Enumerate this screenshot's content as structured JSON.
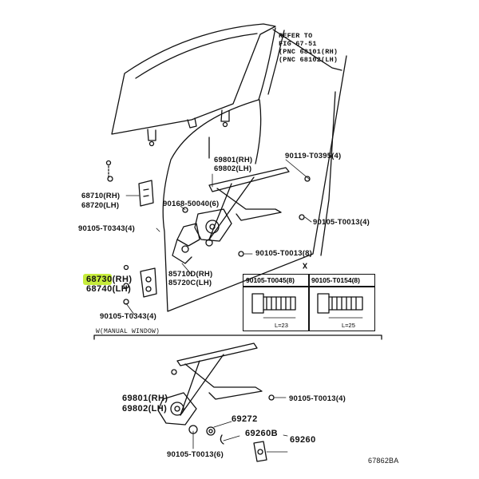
{
  "diagram": {
    "drawing_id": "67862BA",
    "refer_note": [
      "REFER TO",
      "FIG 67-51",
      "(PNC 68101(RH)",
      "(PNC 68102(LH)"
    ],
    "section_title": "W(MANUAL WINDOW)",
    "highlight_color": "#c6ec3c",
    "upper_labels": {
      "l90119": "90119-T0395(4)",
      "l69801a": "69801(RH)",
      "l69802a": "69802(LH)",
      "l68710": "68710(RH)",
      "l68720": "68720(LH)",
      "l90168": "90168-50040(6)",
      "l90105_0013a": "90105-T0013(4)",
      "l90105_0343a": "90105-T0343(4)",
      "l90105_0013b": "90105-T0013(8)",
      "l68730": "68730(RH)",
      "l68740": "68740(LH)",
      "l85710": "85710D(RH)",
      "l85720": "85720C(LH)",
      "l90105_0343b": "90105-T0343(4)"
    },
    "bolt_table": {
      "col1_part": "90105-T0045(8)",
      "col1_length": "L=23",
      "col2_part": "90105-T0154(8)",
      "col2_length": "L=25"
    },
    "lower_labels": {
      "l69801b": "69801(RH)",
      "l69802b": "69802(LH)",
      "l90105_0013c": "90105-T0013(4)",
      "l69272": "69272",
      "l69260b": "69260B",
      "l69260": "69260",
      "l90105_0013d": "90105-T0013(6)"
    }
  }
}
